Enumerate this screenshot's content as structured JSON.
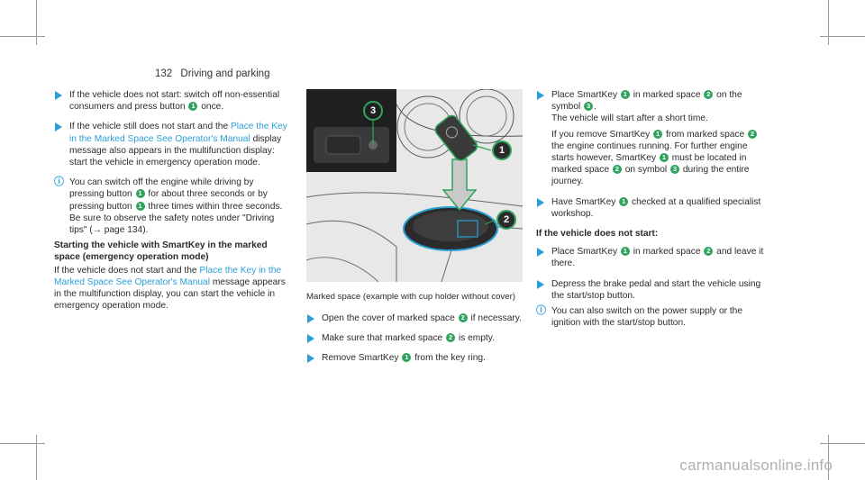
{
  "header": {
    "page_number": "132",
    "section": "Driving and parking"
  },
  "col1": {
    "step1": {
      "a": "If the vehicle does not start: switch off non-essential consumers and press button",
      "n": "1",
      "b": "once."
    },
    "step2": {
      "a": "If the vehicle still does not start and the",
      "link": "Place the Key in the Marked Space See Operator's Manual",
      "b": "display message also appears in the multifunction display: start the vehicle in emergency operation mode."
    },
    "note": {
      "a": "You can switch off the engine while driving by pressing button",
      "n1": "1",
      "b": "for about three seconds or by pressing button",
      "n2": "1",
      "c": "three times within three seconds. Be sure to observe the safety notes under \"Driving tips\" (→ page 134)."
    },
    "heading": "Starting the vehicle with SmartKey in the marked space (emergency operation mode)",
    "para": {
      "a": "If the vehicle does not start and the",
      "link": "Place the Key in the Marked Space See Operator's Manual",
      "b": "message appears in the multifunction display, you can start the vehicle in emergency operation mode."
    }
  },
  "figure": {
    "callouts": [
      "3",
      "1",
      "2"
    ]
  },
  "col2": {
    "caption": "Marked space (example with cup holder without cover)",
    "step1": {
      "a": "Open the cover of marked space",
      "n": "2",
      "b": "if necessary."
    },
    "step2": {
      "a": "Make sure that marked space",
      "n": "2",
      "b": "is empty."
    },
    "step3": {
      "a": "Remove SmartKey",
      "n": "1",
      "b": "from the key ring."
    }
  },
  "col3": {
    "step1": {
      "a": "Place SmartKey",
      "n1": "1",
      "b": "in marked space",
      "n2": "2",
      "c": "on the symbol",
      "n3": "3",
      "d": ".",
      "e": "The vehicle will start after a short time.",
      "f": "If you remove SmartKey",
      "n4": "1",
      "g": "from marked space",
      "n5": "2",
      "h": "the engine continues running. For further engine starts however, SmartKey",
      "n6": "1",
      "i": "must be located in marked space",
      "n7": "2",
      "j": "on symbol",
      "n8": "3",
      "k": "during the entire journey."
    },
    "step2": {
      "a": "Have SmartKey",
      "n": "1",
      "b": "checked at a qualified specialist workshop."
    },
    "heading": "If the vehicle does not start:",
    "step3": {
      "a": "Place SmartKey",
      "n1": "1",
      "b": "in marked space",
      "n2": "2",
      "c": "and leave it there."
    },
    "step4": {
      "a": "Depress the brake pedal and start the vehicle using the start/stop button."
    },
    "note": {
      "a": "You can also switch on the power supply or the ignition with the start/stop button."
    }
  },
  "watermark": "carmanualsonline.info",
  "colors": {
    "accent": "#2a9fd6",
    "callout": "#2fa35b"
  }
}
